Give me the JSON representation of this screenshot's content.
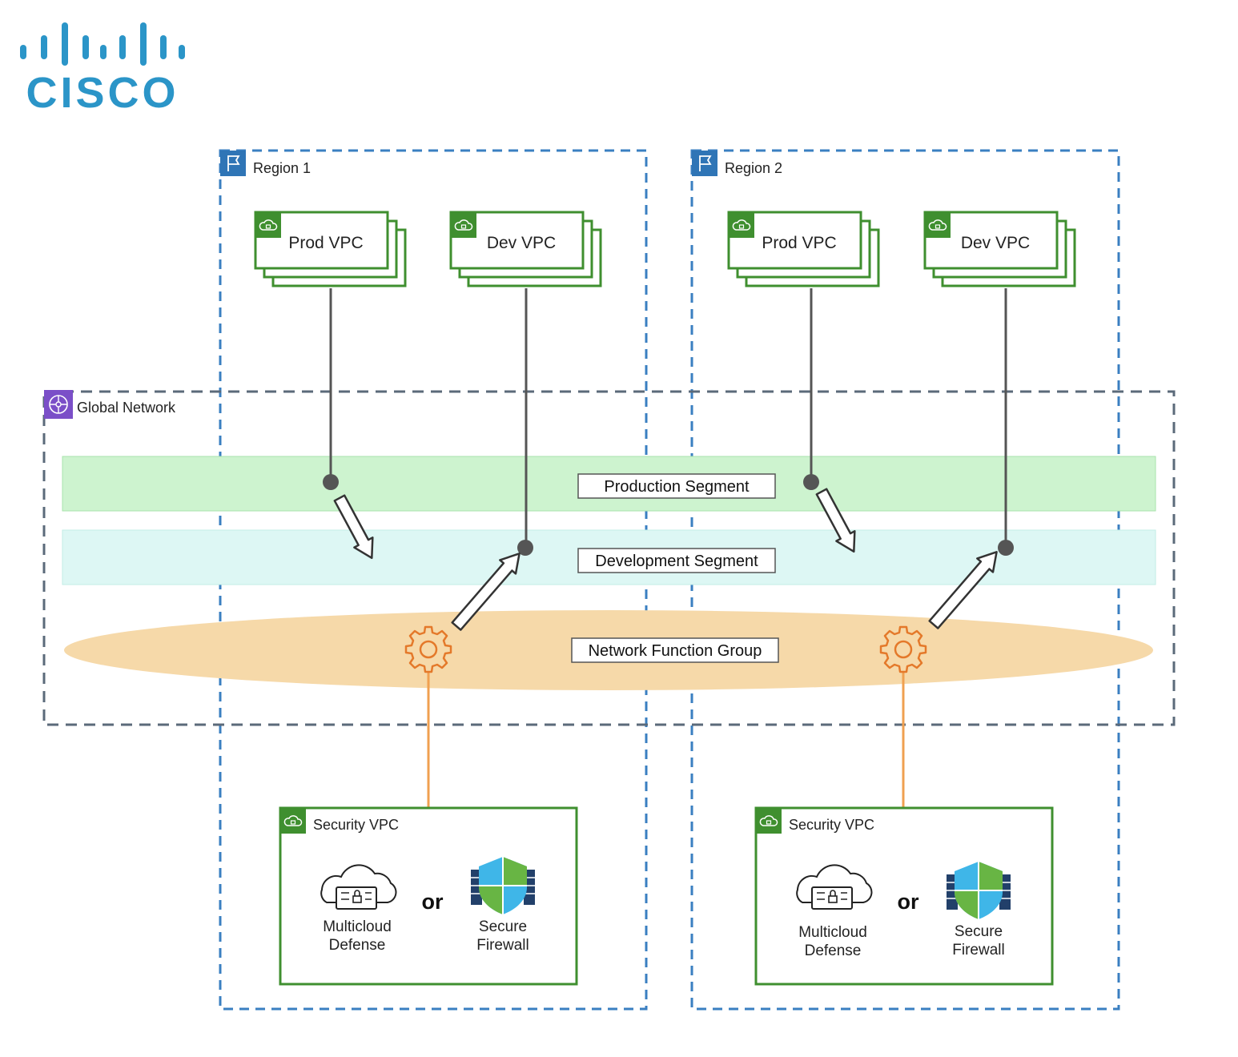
{
  "brand": {
    "logo_text": "CISCO",
    "color": "#2b95c8"
  },
  "colors": {
    "region_border": "#3a7fc1",
    "global_border": "#5b6a7a",
    "vpc_green": "#3f8f2f",
    "production_band": "#cdf3cf",
    "development_band": "#ddf7f4",
    "nfg_band": "#f6d9a9",
    "gear_orange": "#e4792a",
    "connector_gray": "#555555",
    "region_icon_bg": "#2f75b6",
    "global_icon_bg": "#7b4fc8"
  },
  "global_network": {
    "label": "Global Network",
    "icon": "global-network-icon"
  },
  "segments": {
    "production": "Production Segment",
    "development": "Development Segment",
    "network_function_group": "Network Function Group"
  },
  "regions": [
    {
      "label": "Region 1",
      "icon": "flag-icon",
      "vpcs": [
        "Prod VPC",
        "Dev VPC"
      ],
      "security_vpc": {
        "label": "Security VPC",
        "option_a": [
          "Multicloud",
          "Defense"
        ],
        "or": "or",
        "option_b": [
          "Secure",
          "Firewall"
        ]
      }
    },
    {
      "label": "Region 2",
      "icon": "flag-icon",
      "vpcs": [
        "Prod VPC",
        "Dev VPC"
      ],
      "security_vpc": {
        "label": "Security VPC",
        "option_a": [
          "Multicloud",
          "Defense"
        ],
        "or": "or",
        "option_b": [
          "Secure",
          "Firewall"
        ]
      }
    }
  ]
}
